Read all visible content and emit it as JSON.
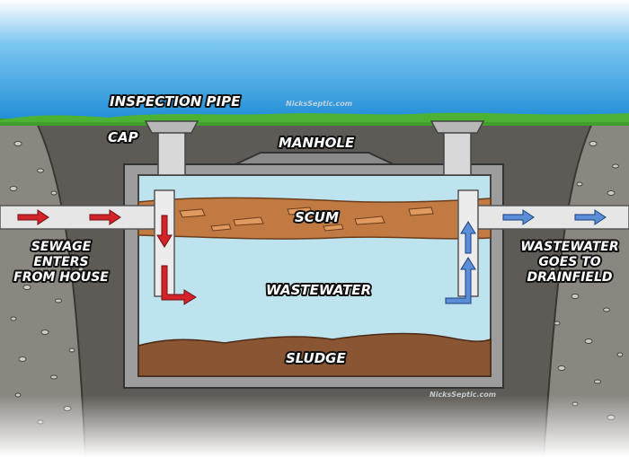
{
  "labels": {
    "inspection_pipe": "INSPECTION PIPE",
    "cap": "CAP",
    "manhole": "MANHOLE",
    "scum": "SCUM",
    "wastewater": "WASTEWATER",
    "sludge": "SLUDGE",
    "inlet": [
      "SEWAGE",
      "ENTERS",
      "FROM HOUSE"
    ],
    "outlet": [
      "WASTEWATER",
      "GOES TO",
      "DRAINFIELD"
    ]
  },
  "watermark": "NicksSeptic.com",
  "colors": {
    "sky_top": "#1c8fd9",
    "sky_bottom": "#ffffff",
    "grass": "#3f9e2c",
    "soil": "#8a8780",
    "dark_soil": "#605c56",
    "concrete": "#9d9d9d",
    "concrete_dark": "#6d6d6d",
    "water": "#bde3ef",
    "scum": "#c27a43",
    "sludge": "#8a5532",
    "pipe": "#e6e6e6",
    "inflow_arrow": "#d4242a",
    "outflow_arrow": "#5b8ed8"
  },
  "icons": {
    "inflow": "arrow-right-icon",
    "outflow": "arrow-right-icon"
  }
}
